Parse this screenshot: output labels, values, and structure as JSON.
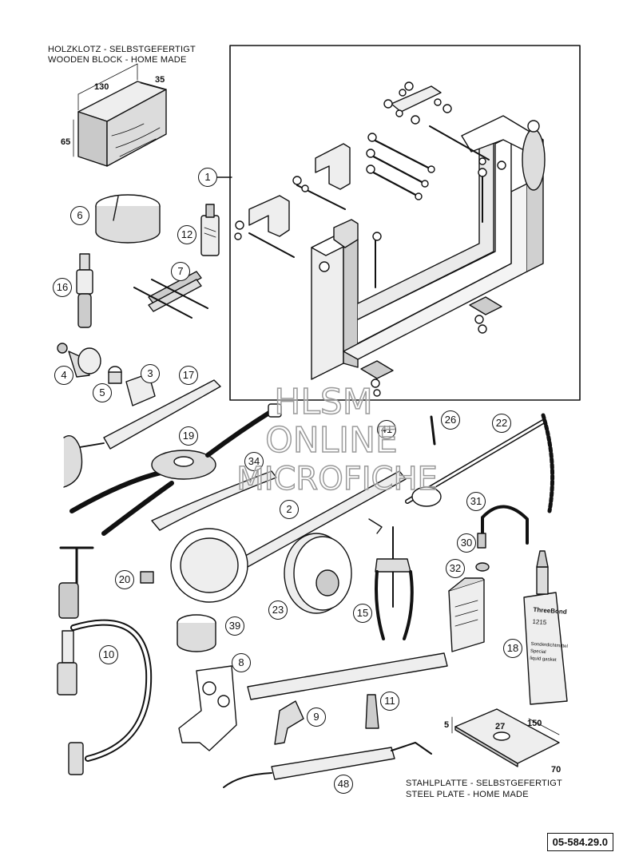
{
  "notes": {
    "wooden_block_de": "HOLZKLOTZ - SELBSTGEFERTIGT",
    "wooden_block_en": "WOODEN BLOCK - HOME MADE",
    "steel_plate_de": "STAHLPLATTE - SELBSTGEFERTIGT",
    "steel_plate_en": "STEEL PLATE - HOME MADE"
  },
  "dimensions": {
    "block_length": "130",
    "block_depth": "35",
    "block_height": "65",
    "plate_thickness": "5",
    "plate_hole": "27",
    "plate_length": "150",
    "plate_width": "70"
  },
  "callouts": [
    {
      "id": "c1",
      "label": "1"
    },
    {
      "id": "c2",
      "label": "2"
    },
    {
      "id": "c3",
      "label": "3"
    },
    {
      "id": "c4",
      "label": "4"
    },
    {
      "id": "c5",
      "label": "5"
    },
    {
      "id": "c6",
      "label": "6"
    },
    {
      "id": "c7",
      "label": "7"
    },
    {
      "id": "c8",
      "label": "8"
    },
    {
      "id": "c9",
      "label": "9"
    },
    {
      "id": "c10",
      "label": "10"
    },
    {
      "id": "c11",
      "label": "11"
    },
    {
      "id": "c12",
      "label": "12"
    },
    {
      "id": "c15",
      "label": "15"
    },
    {
      "id": "c16",
      "label": "16"
    },
    {
      "id": "c17",
      "label": "17"
    },
    {
      "id": "c18",
      "label": "18"
    },
    {
      "id": "c19",
      "label": "19"
    },
    {
      "id": "c20",
      "label": "20"
    },
    {
      "id": "c22",
      "label": "22"
    },
    {
      "id": "c23",
      "label": "23"
    },
    {
      "id": "c26",
      "label": "26"
    },
    {
      "id": "c30",
      "label": "30"
    },
    {
      "id": "c31",
      "label": "31"
    },
    {
      "id": "c32",
      "label": "32"
    },
    {
      "id": "c34",
      "label": "34"
    },
    {
      "id": "c39",
      "label": "39"
    },
    {
      "id": "c41",
      "label": "41"
    },
    {
      "id": "c48",
      "label": "48"
    }
  ],
  "tube_label": {
    "brand": "ThreeBond",
    "code": "1215",
    "desc1": "Sonderdichtmittel",
    "desc2": "Special liquid gasket"
  },
  "watermark": {
    "line1": "HLSM",
    "line2": "ONLINE",
    "line3": "MICROFICHE"
  },
  "document_number": "05-584.29.0"
}
